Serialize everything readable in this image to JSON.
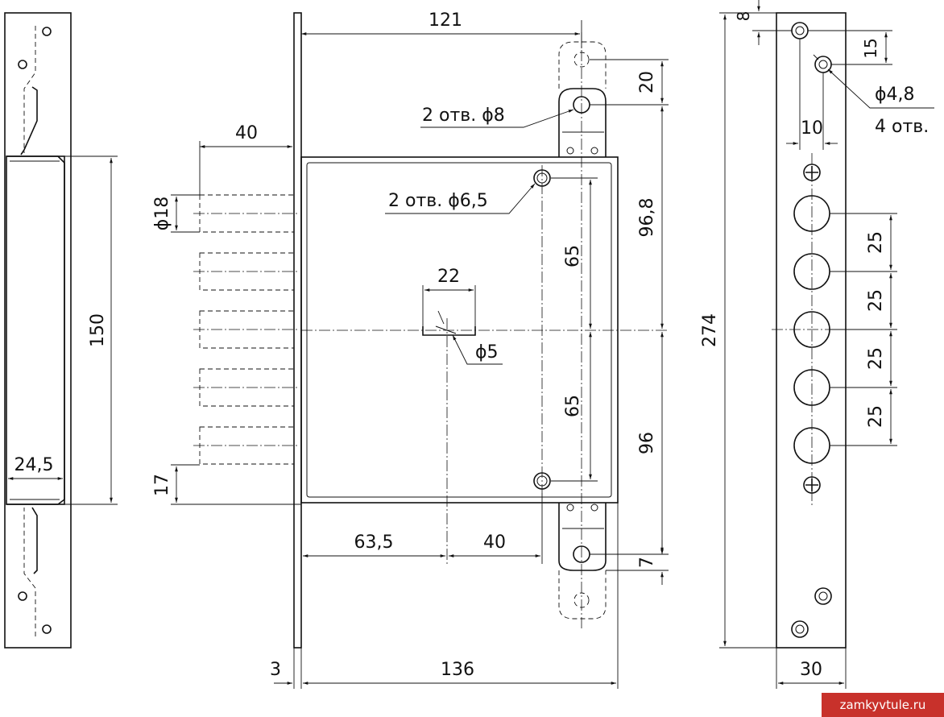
{
  "labels": {
    "d121": "121",
    "d40_top": "40",
    "d18": "ϕ18",
    "d150": "150",
    "d24_5": "24,5",
    "d17": "17",
    "d2holes8": "2 отв. ϕ8",
    "d2holes6_5": "2 отв. ϕ6,5",
    "d22": "22",
    "d5": "ϕ5",
    "d65a": "65",
    "d65b": "65",
    "d20": "20",
    "d96_8": "96,8",
    "d96": "96",
    "d7": "7",
    "d63_5": "63,5",
    "d40_bottom": "40",
    "d3": "3",
    "d136": "136",
    "d8": "8",
    "d15": "15",
    "d4_8": "ϕ4,8",
    "d4holes": "4 отв.",
    "d10": "10",
    "d274": "274",
    "d25a": "25",
    "d25b": "25",
    "d25c": "25",
    "d25d": "25",
    "d30": "30"
  },
  "watermark": "zamkyvtule.ru",
  "colors": {
    "line": "#111111",
    "background": "#ffffff",
    "watermark_bg": "#c8312b",
    "watermark_text": "#ffffff"
  }
}
